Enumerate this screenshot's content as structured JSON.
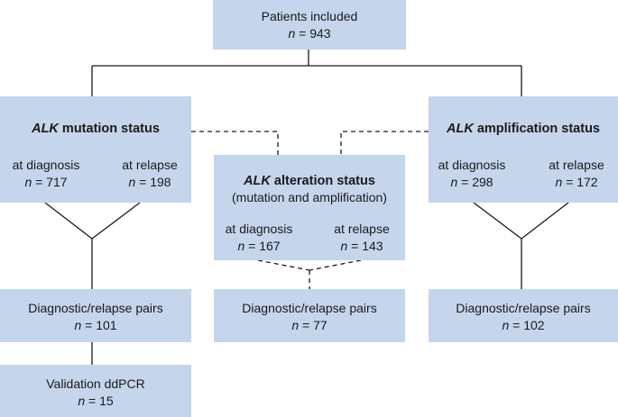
{
  "colors": {
    "box_fill": "#c5d5ec",
    "line": "#1a1a1a"
  },
  "top": {
    "title": "Patients included",
    "n_label": "n",
    "n_value": "= 943"
  },
  "mutation": {
    "gene": "ALK",
    "title_rest": " mutation status",
    "diag_label": "at diagnosis",
    "diag_n": "= 717",
    "relapse_label": "at relapse",
    "relapse_n": "= 198"
  },
  "alteration": {
    "gene": "ALK",
    "title_rest": " alteration status",
    "subtitle": "(mutation and amplification)",
    "diag_label": "at diagnosis",
    "diag_n": "= 167",
    "relapse_label": "at relapse",
    "relapse_n": "= 143"
  },
  "amplification": {
    "gene": "ALK",
    "title_rest": " amplification status",
    "diag_label": "at diagnosis",
    "diag_n": "= 298",
    "relapse_label": "at relapse",
    "relapse_n": "= 172"
  },
  "pairs_left": {
    "title": "Diagnostic/relapse pairs",
    "n_value": "= 101"
  },
  "pairs_mid": {
    "title": "Diagnostic/relapse pairs",
    "n_value": "= 77"
  },
  "pairs_right": {
    "title": "Diagnostic/relapse pairs",
    "n_value": "= 102"
  },
  "validation": {
    "title": "Validation ddPCR",
    "n_value": "= 15"
  }
}
